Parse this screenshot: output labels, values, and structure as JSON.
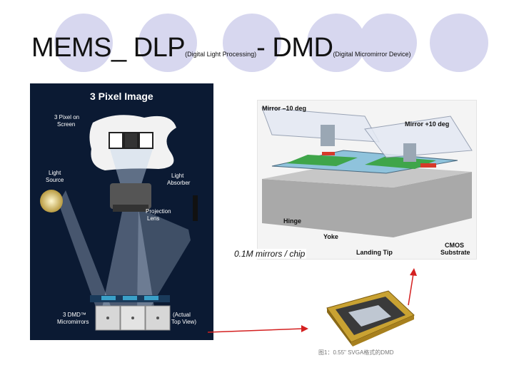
{
  "slide": {
    "title_main_1": "MEMS_ DLP",
    "title_sub_1": "(Digital Light Processing)",
    "title_main_2": "- DMD",
    "title_sub_2": "(Digital Micromirror Device)",
    "caption": "0.1M mirrors / chip",
    "chip_caption": "图1：0.55\" SVGA格式的DMD"
  },
  "left_diagram": {
    "heading": "3 Pixel Image",
    "label_pixel_on_screen": [
      "3 Pixel on",
      "Screen"
    ],
    "label_light_source": [
      "Light",
      "Source"
    ],
    "label_light_absorber": [
      "Light",
      "Absorber"
    ],
    "label_projection_lens": [
      "Projection",
      "Lens"
    ],
    "label_dmd": [
      "3 DMD™",
      "Micromirrors"
    ],
    "label_actual": [
      "(Actual",
      "Top View)"
    ]
  },
  "right_diagram": {
    "label_mirror_neg": "Mirror –10 deg",
    "label_mirror_pos": "Mirror +10 deg",
    "label_hinge": "Hinge",
    "label_yoke": "Yoke",
    "label_landing_tip": "Landing Tip",
    "label_cmos": [
      "CMOS",
      "Substrate"
    ]
  },
  "colors": {
    "slide_circle": "#d7d7ef",
    "diagram_bg": "#0b1a33",
    "arrow": "#d42020",
    "mirror_blue": "#8fc3dc",
    "mirror_green": "#3fa54a",
    "substrate_gray": "#a9a9a9"
  }
}
